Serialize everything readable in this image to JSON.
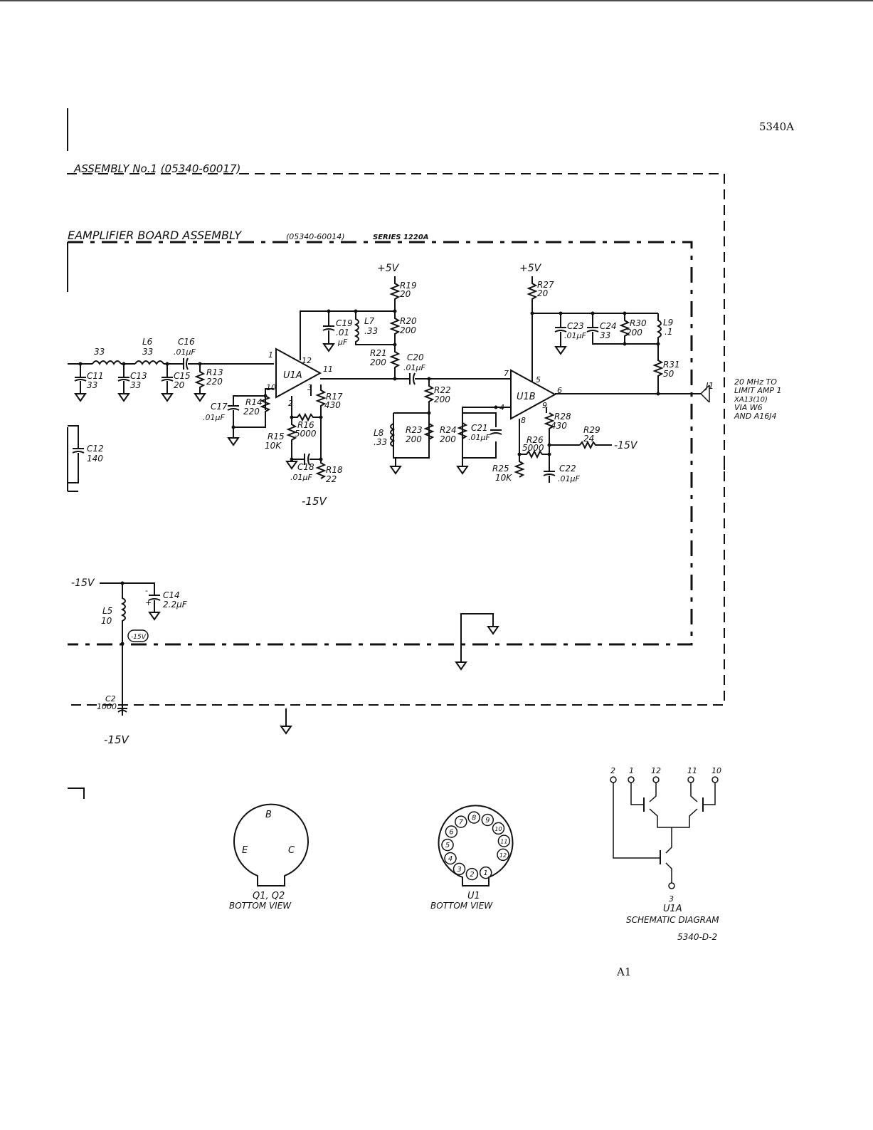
{
  "header": {
    "model": "5340A",
    "page_label": "A1"
  },
  "assembly": {
    "outer_title": "ASSEMBLY No.1 (05340-60017)",
    "inner_title": "EAMPLIFIER BOARD ASSEMBLY",
    "inner_part": "(05340-60014)",
    "inner_series": "SERIES 1220A"
  },
  "supply": {
    "pos5_a": "+5V",
    "pos5_b": "+5V",
    "neg15_a": "-15V",
    "neg15_b": "-15V",
    "neg15_c": "-15V",
    "neg15_d": "-15V",
    "neg15_circle": "-15V"
  },
  "inductors": {
    "l_left": "33",
    "l6_name": "L6",
    "l6_val": "33",
    "l7_name": "L7",
    "l7_val": ".33",
    "l8_name": "L8",
    "l8_val": ".33",
    "l9_name": "L9",
    "l9_val": ".1",
    "l5_name": "L5",
    "l5_val": "10"
  },
  "capacitors": {
    "c11_name": "C11",
    "c11_val": "33",
    "c13_name": "C13",
    "c13_val": "33",
    "c15_name": "C15",
    "c15_val": "20",
    "c16_name": "C16",
    "c16_val": ".01µF",
    "c17_name": "C17",
    "c17_val": ".01µF",
    "c19_name": "C19",
    "c19_val": ".01",
    "c19_unit": "µF",
    "c20_name": "C20",
    "c20_val": ".01µF",
    "c21_name": "C21",
    "c21_val": ".01µF",
    "c23_name": "C23",
    "c23_val": ".01µF",
    "c24_name": "C24",
    "c24_val": "33",
    "c22_name": "C22",
    "c22_val": ".01µF",
    "c18_name": "C18",
    "c18_val": ".01µF",
    "c12_name": "C12",
    "c12_val": "140",
    "c14_name": "C14",
    "c14_val": "2.2µF",
    "c2_name": "C2",
    "c2_val": "1000"
  },
  "resistors": {
    "r13_name": "R13",
    "r13_val": "220",
    "r14_name": "R14",
    "r14_val": "220",
    "r15_name": "R15",
    "r15_val": "10K",
    "r16_name": "R16",
    "r16_val": "5000",
    "r17_name": "R17",
    "r17_val": "430",
    "r18_name": "R18",
    "r18_val": "22",
    "r19_name": "R19",
    "r19_val": "20",
    "r20_name": "R20",
    "r20_val": "200",
    "r21_name": "R21",
    "r21_val": "200",
    "r22_name": "R22",
    "r22_val": "200",
    "r23_name": "R23",
    "r23_val": "200",
    "r24_name": "R24",
    "r24_val": "200",
    "r25_name": "R25",
    "r25_val": "10K",
    "r26_name": "R26",
    "r26_val": "5000",
    "r27_name": "R27",
    "r27_val": "20",
    "r28_name": "R28",
    "r28_val": "430",
    "r29_name": "R29",
    "r29_val": "24",
    "r30_name": "R30",
    "r30_val": "200",
    "r31_name": "R31",
    "r31_val": "50"
  },
  "amps": {
    "u1a": "U1A",
    "u1b": "U1B",
    "u1a_pins": {
      "p1": "1",
      "p12": "12",
      "p11": "11",
      "p10": "10",
      "p3": "3",
      "p2": "2"
    },
    "u1b_pins": {
      "p7": "7",
      "p5": "5",
      "p6": "6",
      "p4": "4",
      "p9": "9",
      "p8": "8"
    }
  },
  "connector": {
    "name": "J1",
    "note": [
      "20 MHz TO",
      "LIMIT AMP 1",
      "XA13(10)",
      "VIA W6",
      "AND A16J4"
    ]
  },
  "transistor_view": {
    "b": "B",
    "e": "E",
    "c": "C",
    "label": "Q1, Q2",
    "sub": "BOTTOM VIEW"
  },
  "ic_view": {
    "pins": [
      "1",
      "2",
      "3",
      "4",
      "5",
      "6",
      "7",
      "8",
      "9",
      "10",
      "11",
      "12"
    ],
    "label": "U1",
    "sub": "BOTTOM VIEW"
  },
  "schematic": {
    "pins_top": [
      "2",
      "1",
      "12",
      "11",
      "10"
    ],
    "pin_bottom": "3",
    "label": "U1A",
    "sub": "SCHEMATIC DIAGRAM",
    "code": "5340-D-2"
  }
}
